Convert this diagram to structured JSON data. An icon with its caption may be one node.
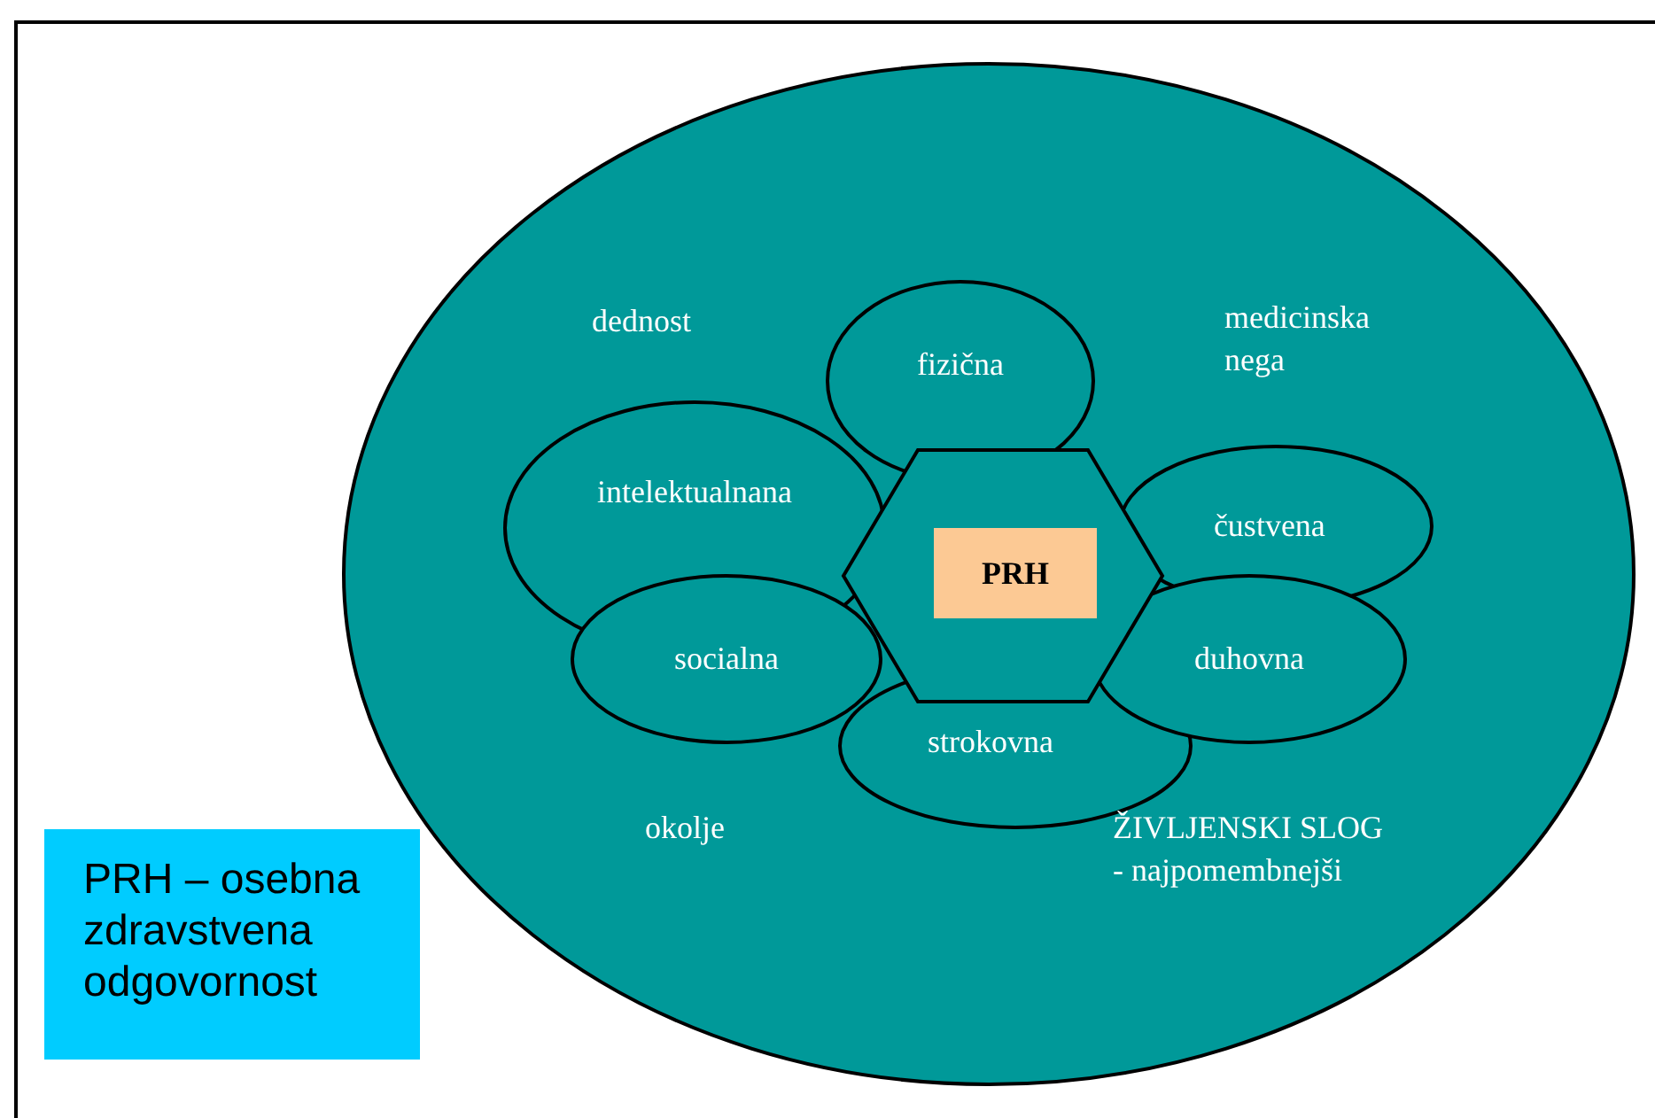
{
  "diagram": {
    "nodes": [
      {
        "text": [],
        "shape": "circle"
      },
      {
        "text": [
          "fizična"
        ],
        "in": 0
      },
      {
        "text": [
          "intelektualnana"
        ],
        "in": 0
      },
      {
        "text": [],
        "shape": "hexagon",
        "in": 0
      },
      {
        "text": [
          "PRH"
        ],
        "in": 3
      },
      {
        "text": [
          "čustvena"
        ],
        "in": 0
      },
      {
        "text": [
          "socialna"
        ],
        "in": 0
      },
      {
        "text": [
          "duhovna"
        ],
        "in": 0
      },
      {
        "text": [
          "strokovna"
        ],
        "in": 0
      },
      {
        "text": [
          "PRH – osebna zdravstvena odgovornost"
        ]
      }
    ],
    "edges": [],
    "labels": [
      "dednost",
      "medicinska nega",
      "okolje",
      "ŽIVLJENSKI SLOG - najpomembnejši"
    ]
  }
}
